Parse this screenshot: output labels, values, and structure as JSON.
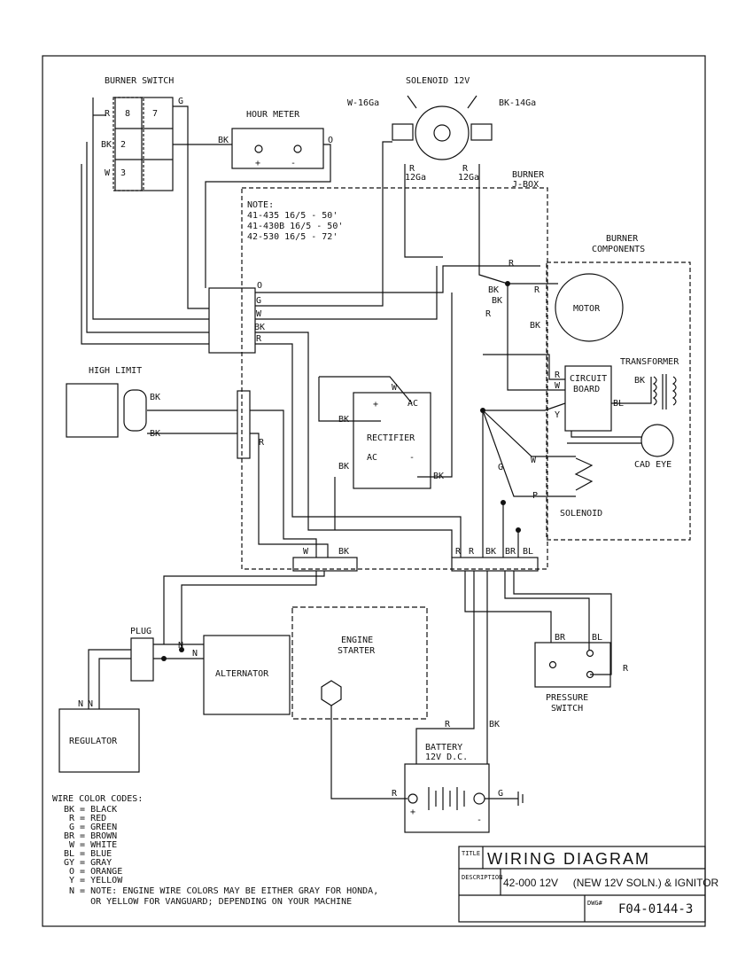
{
  "labels": {
    "burner_switch": "BURNER SWITCH",
    "solenoid_12v": "SOLENOID 12V",
    "hour_meter": "HOUR METER",
    "w16": "W-16Ga",
    "bk14": "BK-14Ga",
    "burner_jbox_1": "BURNER",
    "burner_jbox_2": "J-BOX",
    "burner_comp_1": "BURNER",
    "burner_comp_2": "COMPONENTS",
    "motor": "MOTOR",
    "transformer": "TRANSFORMER",
    "circuit_1": "CIRCUIT",
    "circuit_2": "BOARD",
    "cad_eye": "CAD EYE",
    "solenoid": "SOLENOID",
    "high_limit": "HIGH LIMIT",
    "rectifier": "RECTIFIER",
    "plug": "PLUG",
    "alternator": "ALTERNATOR",
    "engine_1": "ENGINE",
    "engine_2": "STARTER",
    "regulator": "REGULATOR",
    "pressure_1": "PRESSURE",
    "pressure_2": "SWITCH",
    "battery_1": "BATTERY",
    "battery_2": "12V D.C."
  },
  "note": {
    "title": "NOTE:",
    "lines": [
      "41-435   16/5 - 50'",
      "41-430B  16/5 - 50'",
      "42-530   16/5 - 72'"
    ]
  },
  "wire_codes": {
    "title": "WIRE COLOR CODES:",
    "lines": [
      "BK = BLACK",
      " R = RED",
      " G = GREEN",
      "BR = BROWN",
      " W = WHITE",
      "BL = BLUE",
      "GY = GRAY",
      " O = ORANGE",
      " Y = YELLOW",
      " N = NOTE: ENGINE WIRE COLORS MAY BE EITHER GRAY FOR HONDA,",
      "     OR YELLOW FOR VANGUARD; DEPENDING ON YOUR MACHINE"
    ]
  },
  "title_block": {
    "title_tag": "TITLE",
    "title": "WIRING DIAGRAM",
    "desc_tag": "DESCRIPTION",
    "desc": "42-000 12V     (NEW 12V SOLN.) & IGNITOR",
    "dwg_tag": "DWG#",
    "dwg": "F04-0144-3"
  },
  "wire_labels": [
    "R",
    "8",
    "7",
    "G",
    "BK",
    "2",
    "W",
    "3",
    "BK",
    "O",
    "+",
    "-",
    "R",
    "12Ga",
    "R",
    "12Ga",
    "R",
    "BK",
    "R",
    "BK",
    "R",
    "BK",
    "O",
    "G",
    "W",
    "BK",
    "R",
    "BK",
    "BK",
    "R",
    "W",
    "AC",
    "+",
    "BK",
    "AC",
    "-",
    "BK",
    "BK",
    "R",
    "W",
    "Y",
    "BK",
    "BL",
    "G",
    "W",
    "P",
    "W",
    "BK",
    "R",
    "R",
    "BK",
    "BR",
    "BL",
    "N",
    "N",
    "N",
    "N",
    "BR",
    "BL",
    "R",
    "R",
    "BK",
    "R",
    "G",
    "+",
    "-"
  ]
}
